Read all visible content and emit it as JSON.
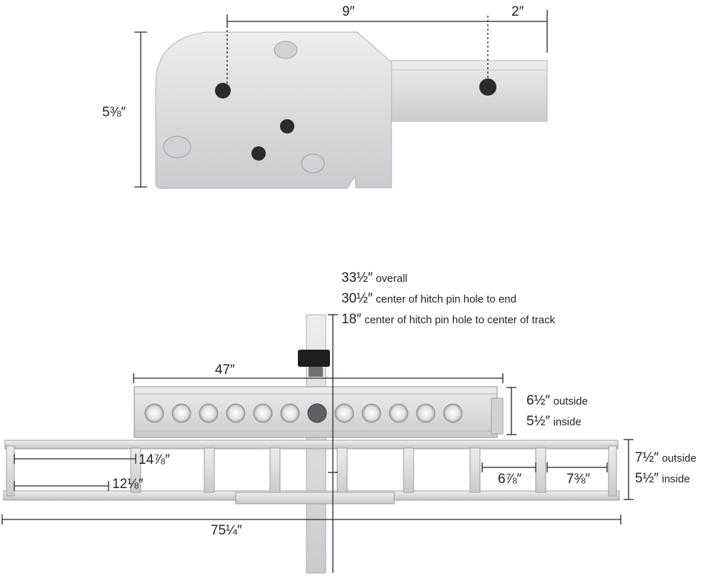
{
  "bracket": {
    "dim_width": "9″",
    "dim_tube": "2″",
    "dim_height": "5⅜″"
  },
  "carrier": {
    "note_overall_value": "33½″",
    "note_overall_text": "overall",
    "note_end_value": "30½″",
    "note_end_text": "center of hitch pin hole to end",
    "note_track_value": "18″",
    "note_track_text": "center of hitch pin hole to center of track",
    "dim_ramp_length": "47″",
    "dim_ramp_outside_value": "6½″",
    "dim_ramp_outside_text": "outside",
    "dim_ramp_inside_value": "5½″",
    "dim_ramp_inside_text": "inside",
    "dim_tray_outside_value": "7½″",
    "dim_tray_outside_text": "outside",
    "dim_tray_inside_value": "5½″",
    "dim_tray_inside_text": "inside",
    "dim_bay_left_outer": "14⅞″",
    "dim_bay_left_inner": "12⅛″",
    "dim_bay_right_a": "6⅞″",
    "dim_bay_right_b": "7⅜″",
    "dim_total_length": "75¼″"
  },
  "colors": {
    "metal": "#d9dadc",
    "metal_dark": "#a8abaf",
    "line": "#222222"
  }
}
